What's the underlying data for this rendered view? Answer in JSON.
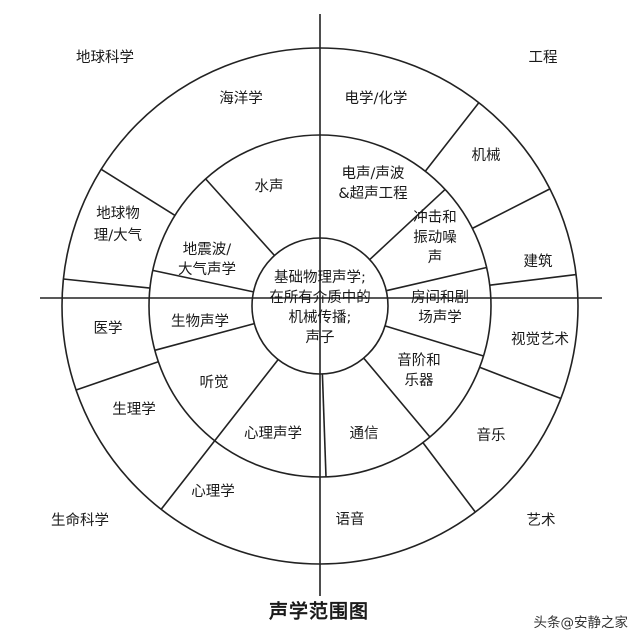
{
  "title": "声学范围图",
  "watermark": "头条@安静之家",
  "corners": {
    "top_left": "地球科学",
    "top_right": "工程",
    "bottom_left": "生命科学",
    "bottom_right": "艺术"
  },
  "center": [
    "基础物理声学;",
    "在所有介质中的",
    "机械传播;",
    "声子"
  ],
  "inner_ring": [
    {
      "id": "electroacoustics",
      "lines": [
        "电声/声波",
        "&超声工程"
      ]
    },
    {
      "id": "shock-vibration",
      "lines": [
        "冲击和",
        "振动噪",
        "声"
      ]
    },
    {
      "id": "architectural",
      "lines": [
        "房间和剧",
        "场声学"
      ]
    },
    {
      "id": "musical",
      "lines": [
        "音阶和",
        "乐器"
      ]
    },
    {
      "id": "communication",
      "lines": [
        "通信"
      ]
    },
    {
      "id": "psychoacoustics",
      "lines": [
        "心理声学"
      ]
    },
    {
      "id": "hearing",
      "lines": [
        "听觉"
      ]
    },
    {
      "id": "bioacoustics",
      "lines": [
        "生物声学"
      ]
    },
    {
      "id": "seismic",
      "lines": [
        "地震波/",
        "大气声学"
      ]
    },
    {
      "id": "underwater",
      "lines": [
        "水声"
      ]
    }
  ],
  "outer_ring": [
    {
      "id": "electrochem",
      "lines": [
        "电学/化学"
      ]
    },
    {
      "id": "mechanical",
      "lines": [
        "机械"
      ]
    },
    {
      "id": "architecture",
      "lines": [
        "建筑"
      ]
    },
    {
      "id": "visual-arts",
      "lines": [
        "视觉艺术"
      ]
    },
    {
      "id": "music",
      "lines": [
        "音乐"
      ]
    },
    {
      "id": "speech",
      "lines": [
        "语音"
      ]
    },
    {
      "id": "psychology",
      "lines": [
        "心理学"
      ]
    },
    {
      "id": "physiology",
      "lines": [
        "生理学"
      ]
    },
    {
      "id": "medicine",
      "lines": [
        "医学"
      ]
    },
    {
      "id": "geophysics",
      "lines": [
        "地球物",
        "理/大气"
      ]
    },
    {
      "id": "oceanography",
      "lines": [
        "海洋学"
      ]
    }
  ]
}
